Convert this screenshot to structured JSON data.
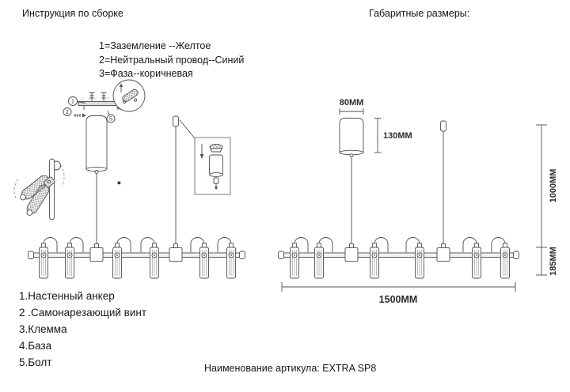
{
  "header": {
    "title_left": "Инструкция по сборке",
    "title_right": "Габаритные размеры:"
  },
  "wiring_legend": {
    "lines": [
      "1=Заземление --Желтое",
      "2=Нейтральный провод--Синий",
      "3=Фаза--коричневая"
    ]
  },
  "assembly": {
    "callout_anchor": "1",
    "callout_screw": "2",
    "callout_bolt": "5"
  },
  "parts_list": {
    "items": [
      "1.Настенный анкер",
      "2 .Самонарезающий винт",
      "3.Клемма",
      "4.База",
      "5.Болт"
    ]
  },
  "dimensions": {
    "canopy_diameter": "80MM",
    "canopy_height": "130MM",
    "suspension_length": "1000MM",
    "fixture_height": "185MM",
    "bar_length": "1500MM"
  },
  "footer": {
    "article": "Наименование артикула: EXTRA SP8"
  }
}
